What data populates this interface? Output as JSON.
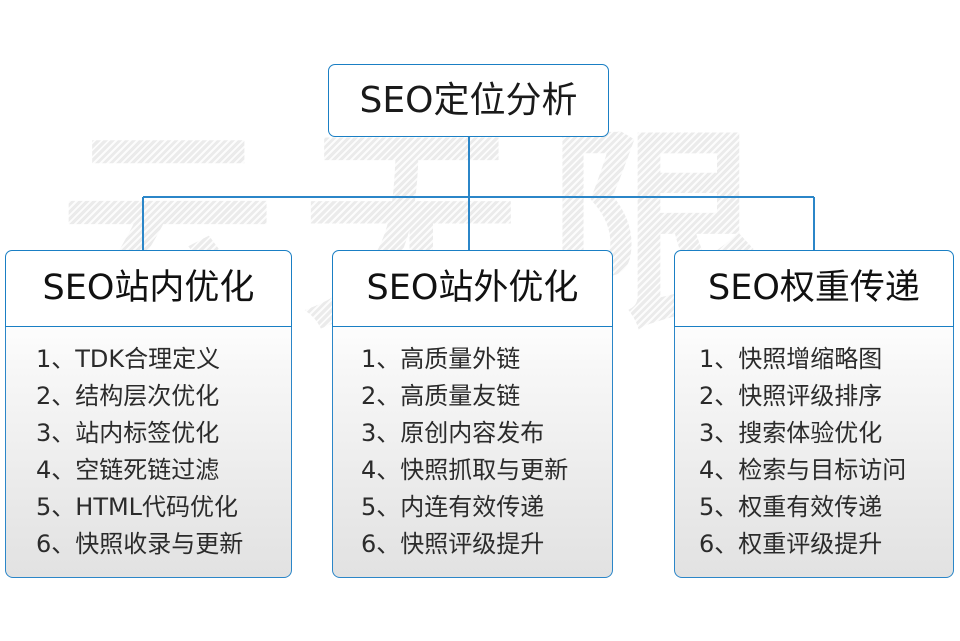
{
  "diagram": {
    "title": "SEO定位分析",
    "watermark_text": "云无限",
    "accent_color": "#1a7fc4",
    "connector_color": "#2b86c8",
    "branches": [
      {
        "header": "SEO站内优化",
        "items": [
          "1、TDK合理定义",
          "2、结构层次优化",
          "3、站内标签优化",
          "4、空链死链过滤",
          "5、HTML代码优化",
          "6、快照收录与更新"
        ]
      },
      {
        "header": "SEO站外优化",
        "items": [
          "1、高质量外链",
          "2、高质量友链",
          "3、原创内容发布",
          "4、快照抓取与更新",
          "5、内连有效传递",
          "6、快照评级提升"
        ]
      },
      {
        "header": "SEO权重传递",
        "items": [
          "1、快照增缩略图",
          "2、快照评级排序",
          "3、搜索体验优化",
          "4、检索与目标访问",
          "5、权重有效传递",
          "6、权重评级提升"
        ]
      }
    ]
  }
}
